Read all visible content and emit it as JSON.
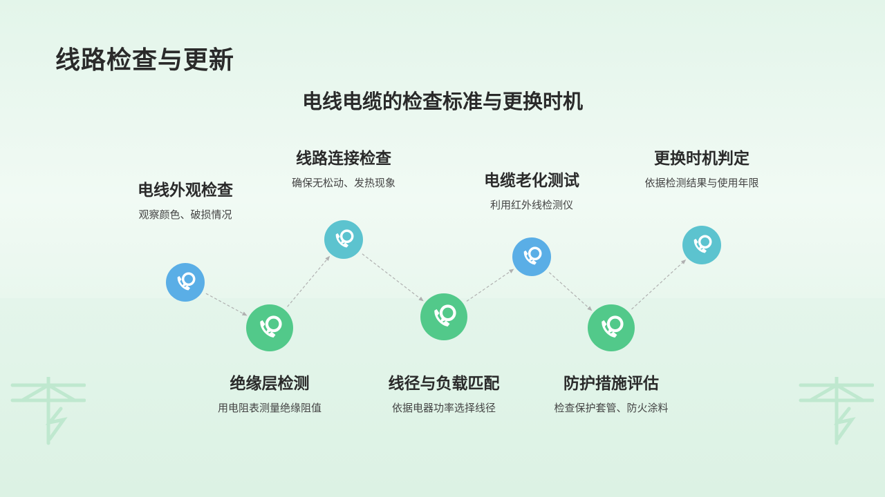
{
  "page": {
    "title": "线路检查与更新",
    "subtitle": "电线电缆的检查标准与更换时机"
  },
  "colors": {
    "blue": "#5aaee6",
    "teal": "#5cc3cf",
    "green": "#52c98a",
    "connector": "#b0b0b0",
    "decor": "#bfe8cf"
  },
  "steps": [
    {
      "title": "电线外观检查",
      "desc": "观察颜色、破损情况",
      "color": "blue",
      "icon": "phone-icon"
    },
    {
      "title": "绝缘层检测",
      "desc": "用电阻表测量绝缘阻值",
      "color": "green",
      "icon": "phone-icon"
    },
    {
      "title": "线路连接检查",
      "desc": "确保无松动、发热现象",
      "color": "teal",
      "icon": "phone-icon"
    },
    {
      "title": "线径与负载匹配",
      "desc": "依据电器功率选择线径",
      "color": "green",
      "icon": "phone-icon"
    },
    {
      "title": "电缆老化测试",
      "desc": "利用红外线检测仪",
      "color": "blue",
      "icon": "phone-icon"
    },
    {
      "title": "防护措施评估",
      "desc": "检查保护套管、防火涂料",
      "color": "green",
      "icon": "phone-icon"
    },
    {
      "title": "更换时机判定",
      "desc": "依据检测结果与使用年限",
      "color": "teal",
      "icon": "phone-icon"
    }
  ]
}
